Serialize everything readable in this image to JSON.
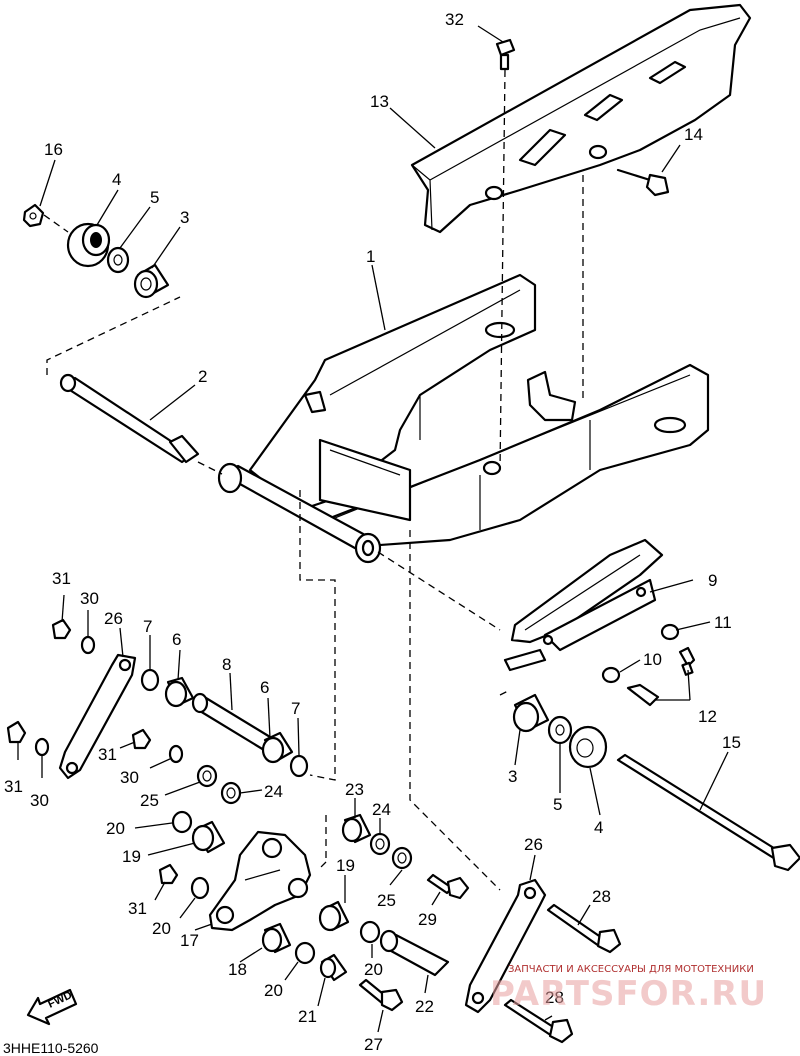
{
  "diagram": {
    "code": "3HHE110-5260",
    "fwd_label": "FWD",
    "watermark": {
      "caption": "ЗАПЧАСТИ И АКСЕССУАРЫ ДЛЯ МОТОТЕХНИКИ",
      "site": "PARTSFOR.RU"
    },
    "callouts": {
      "c32": "32",
      "c13": "13",
      "c14": "14",
      "c16": "16",
      "c4a": "4",
      "c5a": "5",
      "c3a": "3",
      "c1": "1",
      "c2": "2",
      "c9": "9",
      "c11": "11",
      "c10": "10",
      "c12": "12",
      "c3b": "3",
      "c5b": "5",
      "c4b": "4",
      "c15": "15",
      "c31a": "31",
      "c30a": "30",
      "c26a": "26",
      "c7a": "7",
      "c6a": "6",
      "c8": "8",
      "c6b": "6",
      "c7b": "7",
      "c31b": "31",
      "c30b": "30",
      "c31c": "31",
      "c30c": "30",
      "c25a": "25",
      "c24a": "24",
      "c23": "23",
      "c24b": "24",
      "c20a": "20",
      "c19a": "19",
      "c19b": "19",
      "c25b": "25",
      "c29": "29",
      "c31d": "31",
      "c20b": "20",
      "c17": "17",
      "c18": "18",
      "c20c": "20",
      "c20d": "20",
      "c21": "21",
      "c22": "22",
      "c27": "27",
      "c26b": "26",
      "c28a": "28",
      "c28b": "28"
    }
  }
}
